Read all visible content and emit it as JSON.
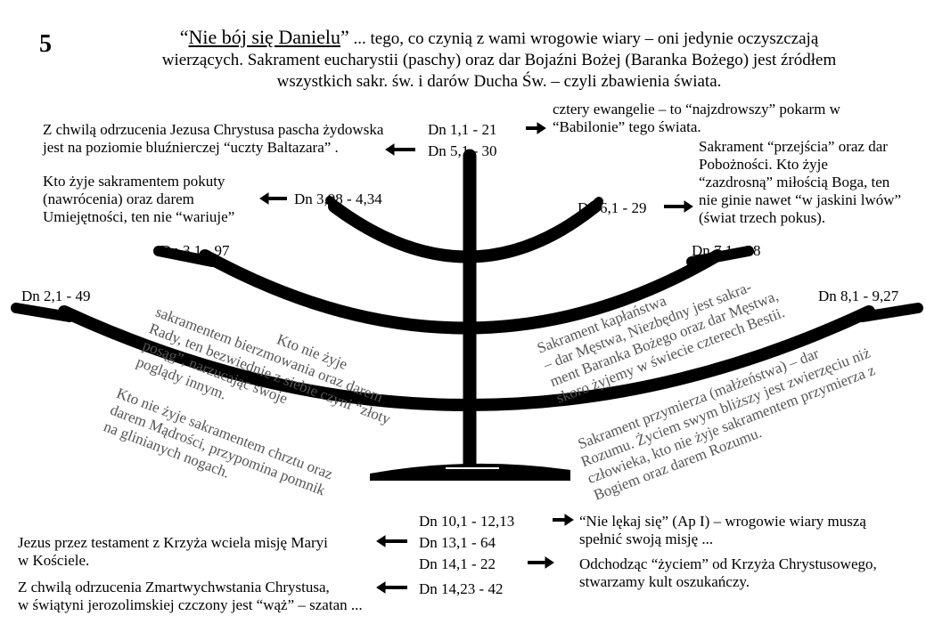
{
  "page_number": "5",
  "header": {
    "quote": "Nie bój się Danielu",
    "line1_rest": " ... tego, co czynią z wami wrogowie wiary – oni jedynie oczyszczają",
    "line2": "wierzących. Sakrament eucharystii (paschy) oraz dar Bojaźni Bożej (Baranka Bożego) jest źródłem",
    "line3": "wszystkich sakr. św. i darów Ducha Św. – czyli zbawienia świata."
  },
  "refs": {
    "r1": "Dn 1,1 - 21",
    "r2": "Dn 5,1 - 30",
    "r3": "Dn 3,98 - 4,34",
    "r4": "Dn 6,1 - 29",
    "r5": "Dn 3,1 - 97",
    "r6": "Dn 7,1 - 28",
    "r7": "Dn 2,1 - 49",
    "r8": "Dn 8,1 - 9,27",
    "r9": "Dn 10,1 - 12,13",
    "r10": "Dn 13,1 - 64",
    "r11": "Dn 14,1 - 22",
    "r12": "Dn 14,23 - 42"
  },
  "notes": {
    "left1_l1": "Z chwilą odrzucenia Jezusa Chrystusa pascha żydowska",
    "left1_l2": "jest na poziomie bluźnierczej “uczty Baltazara” .",
    "right1_l1": "cztery ewangelie – to “najzdrowszy” pokarm w",
    "right1_l2": "“Babilonie” tego świata.",
    "left2_l1": "Kto żyje sakramentem pokuty",
    "left2_l2": "(nawrócenia) oraz darem",
    "left2_l3": "Umiejętności, ten nie “wariuje”",
    "right2_l1": "Sakrament “przejścia” oraz dar",
    "right2_l2": "Pobożności. Kto żyje",
    "right2_l3": "“zazdrosną” miłością Boga, ten",
    "right2_l4": "nie ginie nawet “w jaskini lwów”",
    "right2_l5": "(świat trzech pokus).",
    "bottom_r1_l1": "“Nie lękaj się” (Ap I) – wrogowie wiary muszą",
    "bottom_r1_l2": "spełnić swoją misję ...",
    "bottom_l1_l1": "Jezus przez testament z Krzyża wciela misję Maryi",
    "bottom_l1_l2": "w Kościele.",
    "bottom_r2_l1": "Odchodząc “życiem” od Krzyża Chrystusowego,",
    "bottom_r2_l2": "stwarzamy kult oszukańczy.",
    "bottom_l2_l1": "Z chwilą odrzucenia Zmartwychwstania Chrystusa,",
    "bottom_l2_l2": "w świątyni jerozolimskiej czczony jest “wąż” – szatan ..."
  },
  "arc_texts": {
    "bierz_l1": "Kto nie żyje",
    "bierz_l2": "sakramentem bierzmowania oraz darem",
    "bierz_l3": "Rady, ten bezwiednie z siebie czyni “złoty",
    "bierz_l4": "posąg”, narzucając swoje",
    "bierz_l5": "poglądy innym.",
    "chrzest_l1": "Kto nie żyje sakramentem chrztu oraz",
    "chrzest_l2": "darem Mądrości, przypomina pomnik",
    "chrzest_l3": "na glinianych nogach.",
    "kaplan_l1": "Sakrament kapłaństwa",
    "kaplan_l2": "– dar Męstwa, Niezbędny jest sakra-",
    "kaplan_l3": "ment Baranka Bożego oraz dar Męstwa,",
    "kaplan_l4": "skoro żyjemy w świecie czterech Bestii.",
    "malz_l1": "Sakrament przymierza (małżeństwa) – dar",
    "malz_l2": "Rozumu. Życiem swym bliższy jest zwierzęciu niż",
    "malz_l3": "człowieka, kto nie żyje sakramentem przymierza z",
    "malz_l4": "Bogiem oraz darem Rozumu."
  }
}
